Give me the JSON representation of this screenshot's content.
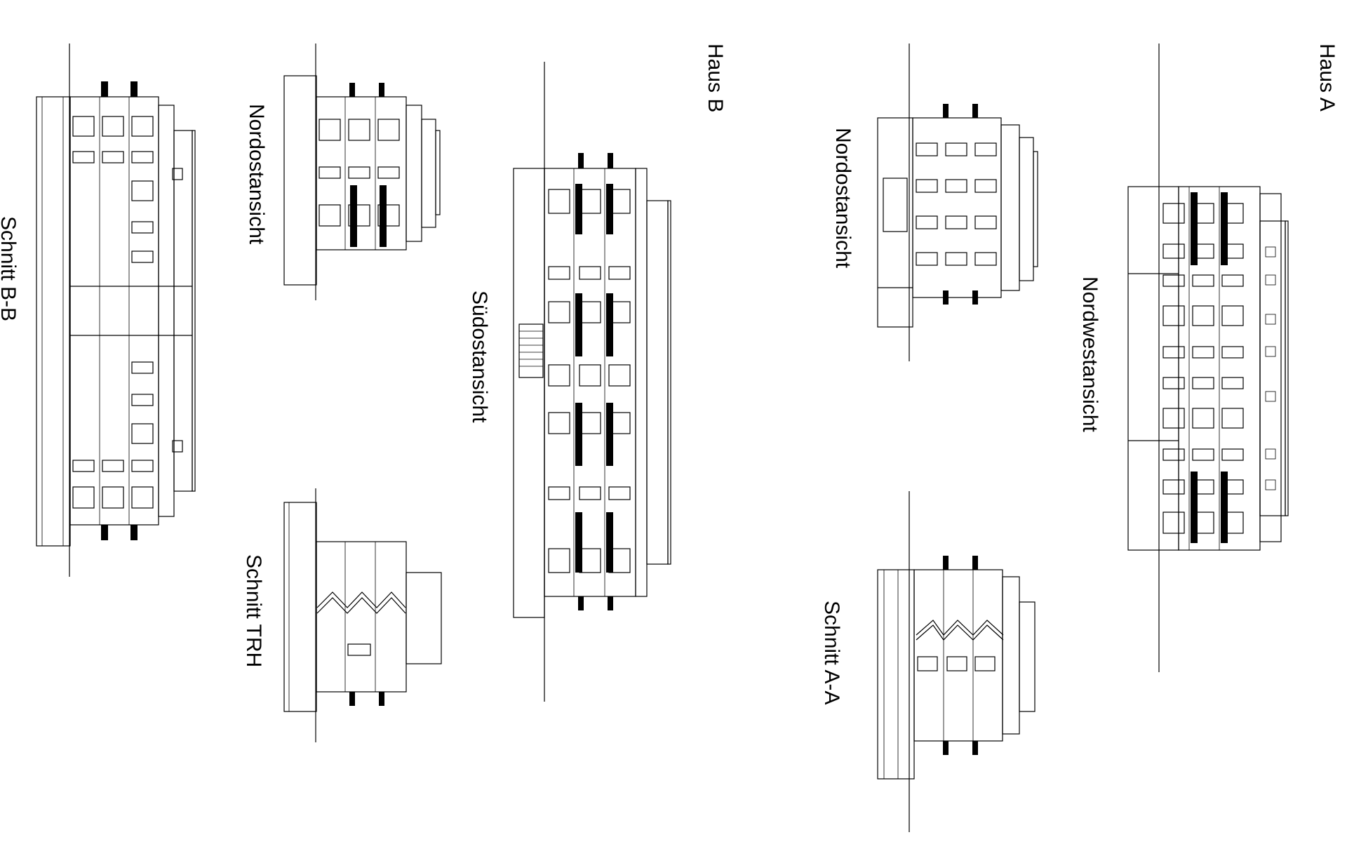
{
  "sheet": {
    "labels": {
      "haus_a": "Haus A",
      "haus_b": "Haus B",
      "nordwestansicht": "Nordwestansicht",
      "nordostansicht_a": "Nordostansicht",
      "schnitt_aa": "Schnitt A-A",
      "suedostansicht": "Südostansicht",
      "nordostansicht_b": "Nordostansicht",
      "schnitt_trh": "Schnitt TRH",
      "schnitt_bb": "Schnitt B-B"
    },
    "line_color": "#000000",
    "background": "#ffffff"
  }
}
